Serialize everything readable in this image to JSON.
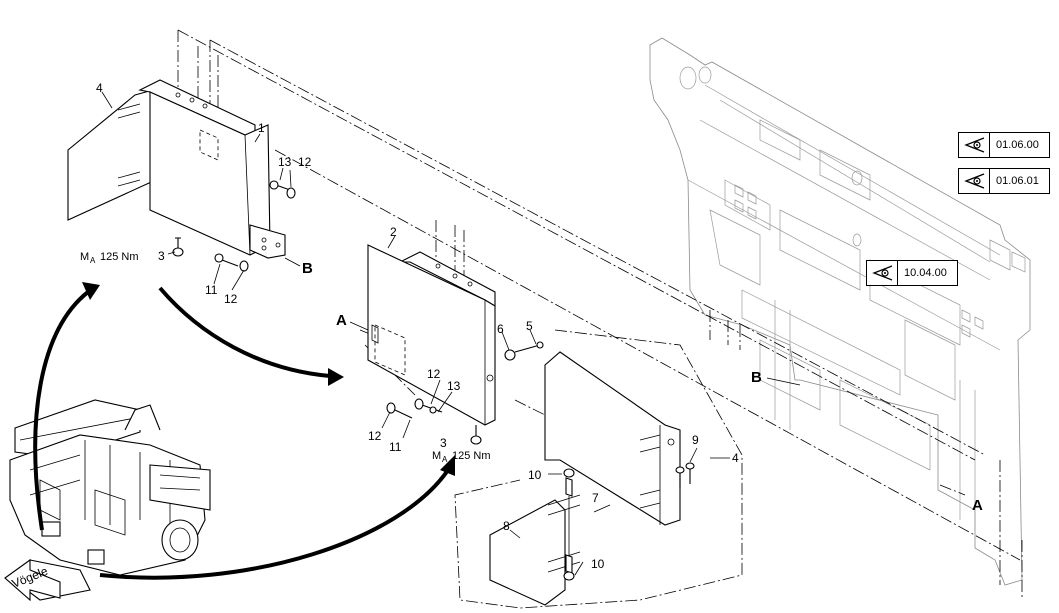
{
  "callouts": {
    "c1": "1",
    "c2": "2",
    "c3a": "3",
    "c3b": "3",
    "c4a": "4",
    "c4b": "4",
    "c5": "5",
    "c6": "6",
    "c7": "7",
    "c8": "8",
    "c9": "9",
    "c10a": "10",
    "c10b": "10",
    "c11a": "11",
    "c11b": "11",
    "c12a": "12",
    "c12b": "12",
    "c12c": "12",
    "c12d": "12",
    "c13a": "13",
    "c13b": "13"
  },
  "section_marks": {
    "a1": "A",
    "a2": "A",
    "b1": "B",
    "b2": "B"
  },
  "torque": {
    "prefix": "M",
    "sub": "A",
    "value": "125 Nm"
  },
  "references": [
    "01.06.00",
    "01.06.01",
    "10.04.00"
  ],
  "brand_label": "Vögele"
}
